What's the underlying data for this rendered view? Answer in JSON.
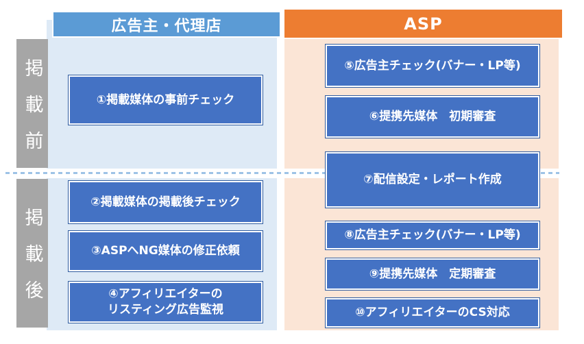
{
  "diagram": {
    "title_hint": "affiliate-ad-monitoring-workflow",
    "columns": {
      "advertiser": {
        "header": "広告主・代理店"
      },
      "asp": {
        "header": "ASP"
      }
    },
    "phases": {
      "before": {
        "label": "掲載前"
      },
      "after": {
        "label": "掲載後"
      }
    },
    "boxes": {
      "box1": "①掲載媒体の事前チェック",
      "box2": "②掲載媒体の掲載後チェック",
      "box3": "③ASPへNG媒体の修正依頼",
      "box4": "④アフィリエイターの\nリスティング広告監視",
      "box5": "⑤広告主チェック(バナー・LP等)",
      "box6": "⑥提携先媒体　初期審査",
      "box7": "⑦配信設定・レポート作成",
      "box8": "⑧広告主チェック(バナー・LP等)",
      "box9": "⑨提携先媒体　定期審査",
      "box10": "⑩アフィリエイターのCS対応"
    },
    "colors": {
      "header_blue": "#5B9BD5",
      "header_orange": "#ED7D31",
      "box_blue": "#4472C4",
      "box_outline": "#2E5B9F",
      "panel_blue": "#DEEAF6",
      "panel_orange": "#FBE5D6",
      "sidebar_gray": "#A6A6A6",
      "dashed_line": "#9DC3E6",
      "text": "#FFFFFF"
    }
  }
}
